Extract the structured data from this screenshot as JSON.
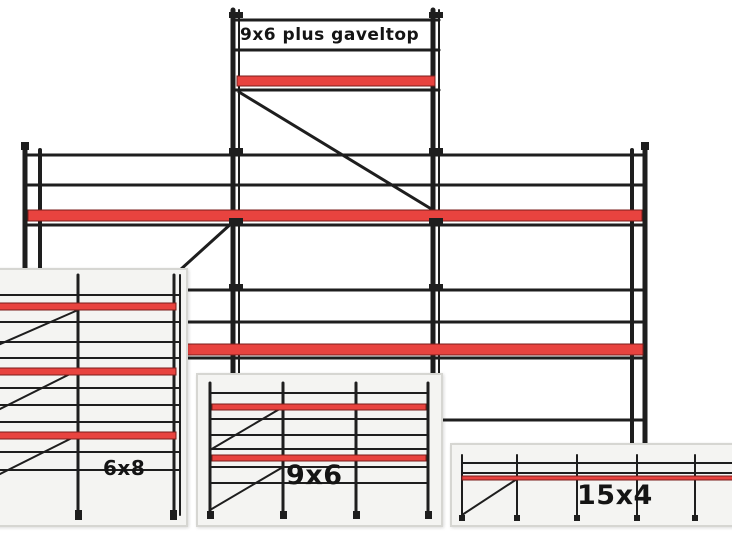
{
  "labels": {
    "main": "9x6 plus gaveltop",
    "panel_left": "6x8",
    "panel_middle": "9x6",
    "panel_right": "15x4"
  },
  "colors": {
    "frame": "#1e1e1e",
    "deck": "#e8433f",
    "panel_background": "#f4f4f2",
    "panel_border": "#d6d6d2",
    "background": "#ffffff"
  }
}
